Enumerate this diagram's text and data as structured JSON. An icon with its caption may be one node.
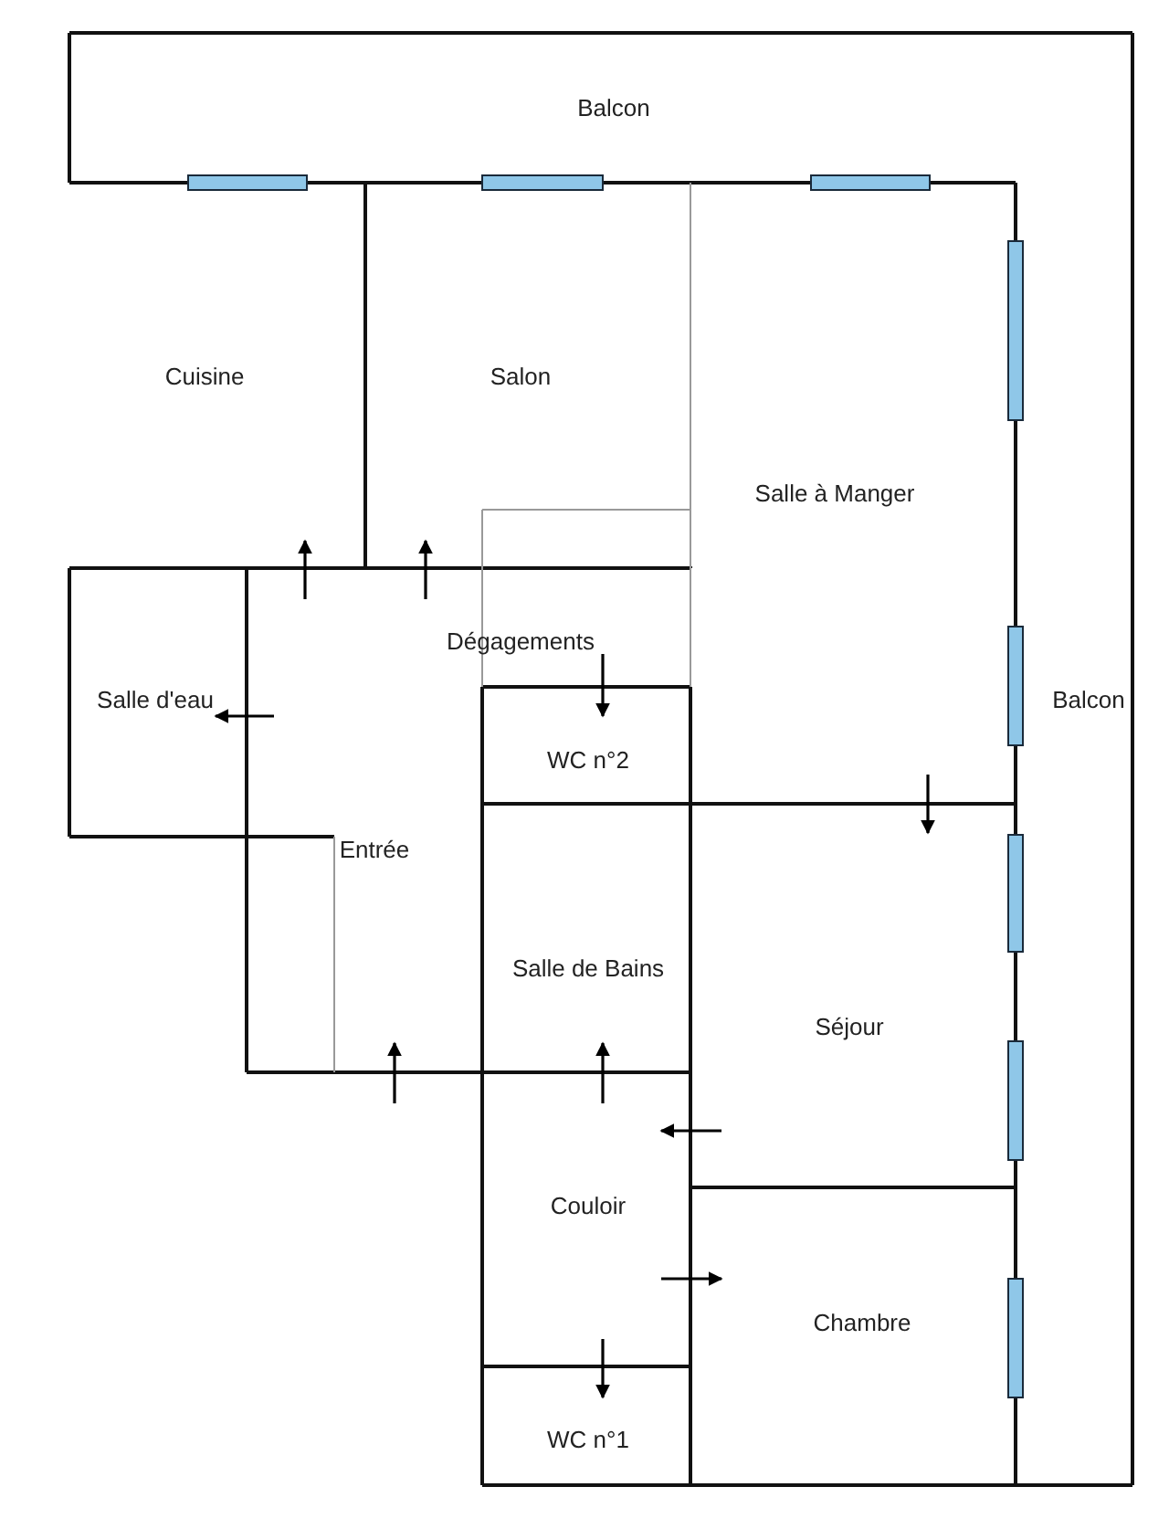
{
  "diagram": {
    "labels": [
      "Balcon",
      "Cuisine",
      "Salon",
      "Salle à Manger",
      "Dégagements",
      "Salle d'eau",
      "Balcon",
      "WC n°2",
      "Entrée",
      "Salle de Bains",
      "Séjour",
      "Couloir",
      "Chambre",
      "WC n°1"
    ]
  }
}
